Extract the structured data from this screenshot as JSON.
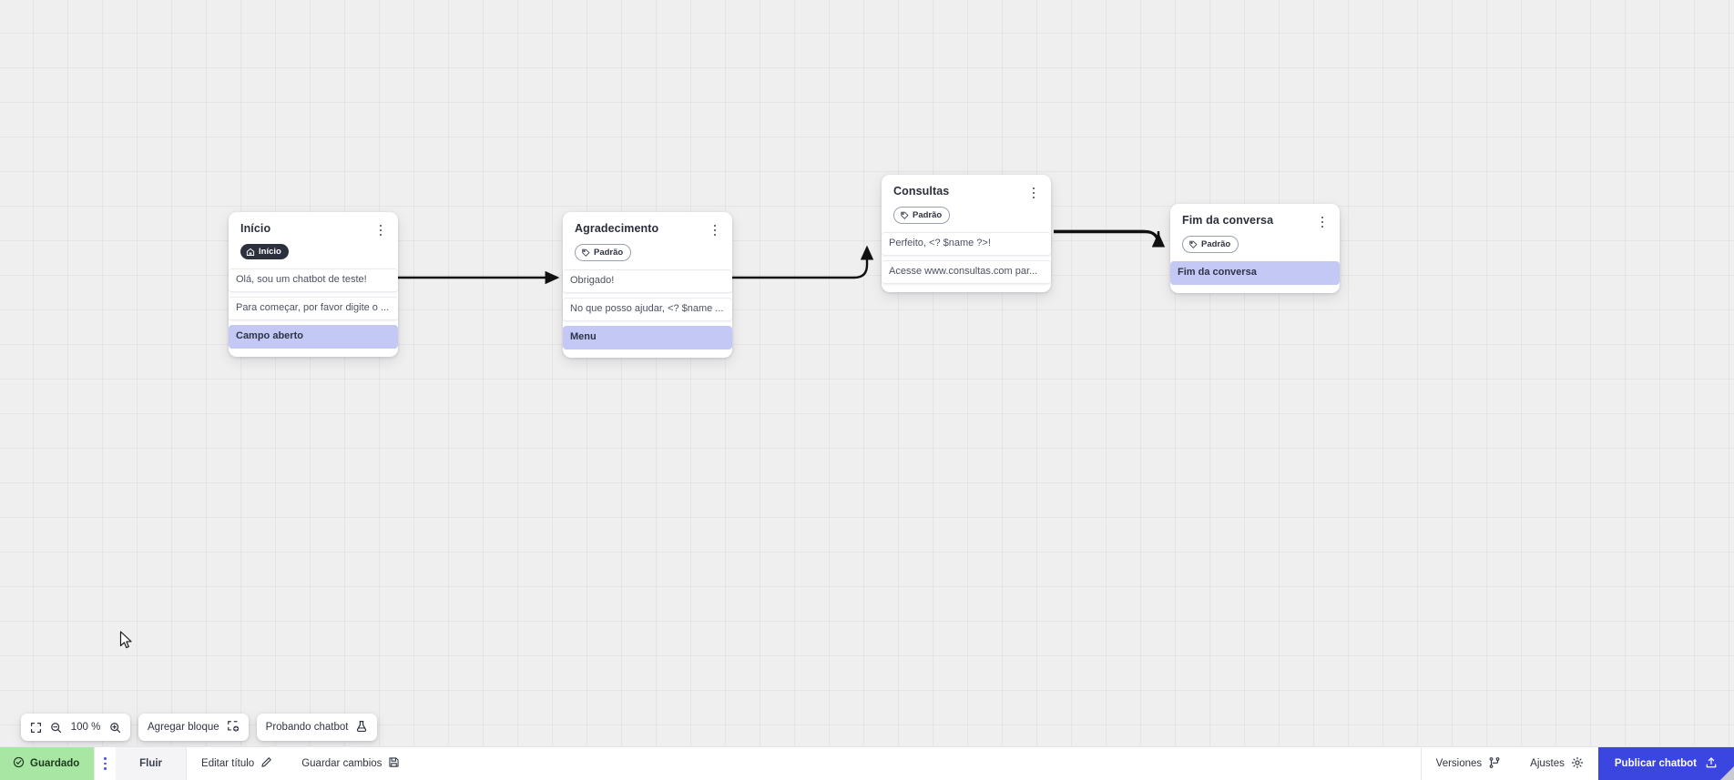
{
  "canvas": {
    "nodes": [
      {
        "id": "inicio",
        "title": "Início",
        "badge": {
          "label": "Início",
          "icon": "home-icon",
          "style": "dark"
        },
        "messages": [
          {
            "text": "Olá, sou um chatbot de teste!",
            "accent": false
          },
          {
            "text": "Para começar, por favor digite o ...",
            "accent": false
          },
          {
            "text": "Campo aberto",
            "accent": true
          }
        ]
      },
      {
        "id": "agradecimento",
        "title": "Agradecimento",
        "badge": {
          "label": "Padrão",
          "icon": "tag-icon",
          "style": "outline"
        },
        "messages": [
          {
            "text": "Obrigado!",
            "accent": false
          },
          {
            "text": "No que posso ajudar, <? $name ...",
            "accent": false
          },
          {
            "text": "Menu",
            "accent": true
          }
        ]
      },
      {
        "id": "consultas",
        "title": "Consultas",
        "badge": {
          "label": "Padrão",
          "icon": "tag-icon",
          "style": "outline"
        },
        "messages": [
          {
            "text": "Perfeito, <? $name ?>!",
            "accent": false
          },
          {
            "text": "Acesse www.consultas.com par...",
            "accent": false
          }
        ]
      },
      {
        "id": "fim",
        "title": "Fim da conversa",
        "badge": {
          "label": "Padrão",
          "icon": "tag-icon",
          "style": "outline"
        },
        "messages": [
          {
            "text": "Fim da conversa",
            "accent": true
          }
        ]
      }
    ]
  },
  "toolbar": {
    "fit_icon": "fit-screen-icon",
    "zoom_out_icon": "zoom-out-icon",
    "zoom_level": "100 %",
    "zoom_in_icon": "zoom-in-icon",
    "add_block_label": "Agregar bloque",
    "add_block_icon": "add-block-icon",
    "test_chatbot_label": "Probando chatbot",
    "test_chatbot_icon": "flask-icon"
  },
  "statusbar": {
    "saved_label": "Guardado",
    "saved_icon": "check-circle-icon",
    "menu_icon": "vertical-dots-icon",
    "flow_tab_label": "Fluir",
    "edit_title_label": "Editar título",
    "edit_title_icon": "pencil-icon",
    "save_changes_label": "Guardar cambios",
    "save_changes_icon": "save-icon",
    "versions_label": "Versiones",
    "versions_icon": "branch-icon",
    "settings_label": "Ajustes",
    "settings_icon": "gear-icon",
    "publish_label": "Publicar chatbot",
    "publish_icon": "upload-icon"
  },
  "colors": {
    "accent_blue": "#3b45e0",
    "saved_green": "#a8e6a3",
    "node_accent": "#c3c8f4",
    "canvas_bg": "#efefef"
  }
}
